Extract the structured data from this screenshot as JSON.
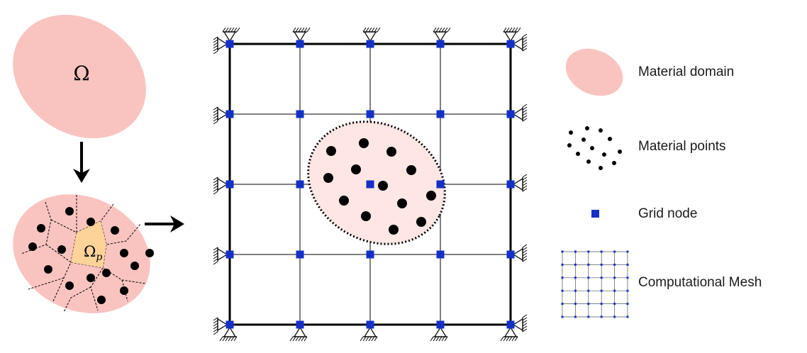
{
  "symbols": {
    "domain": "Ω",
    "subdomain_base": "Ω",
    "subdomain_sub": "p"
  },
  "legend": {
    "material_domain": "Material domain",
    "material_points": "Material points",
    "grid_node": "Grid node",
    "computational_mesh": "Computational Mesh"
  },
  "colors": {
    "domain_fill": "#f9c4c0",
    "subdomain_fill": "#fdd39a",
    "node": "#1530c8",
    "ink": "#000000",
    "light_domain_fill": "#fde6e4"
  },
  "grid": {
    "columns": 5,
    "rows": 5
  }
}
